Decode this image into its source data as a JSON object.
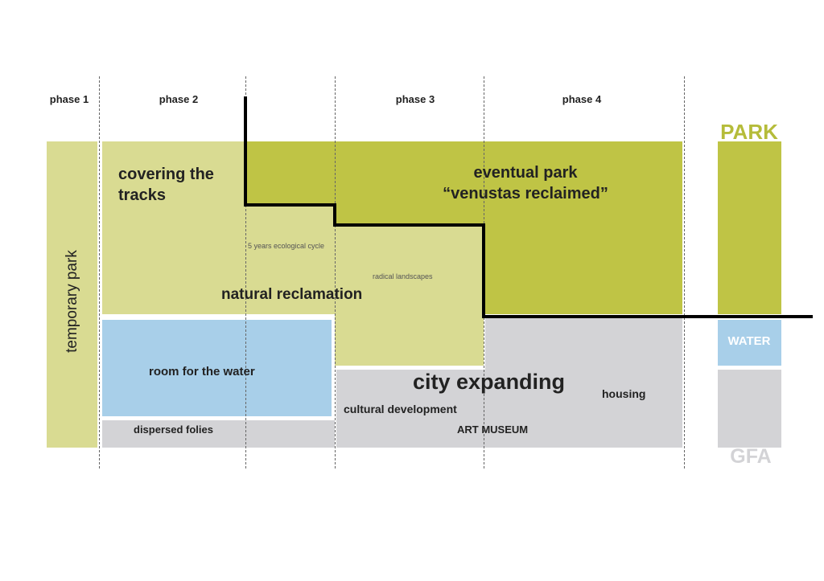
{
  "phases": [
    "phase 1",
    "phase 2",
    "phase 3",
    "phase 4"
  ],
  "labels": {
    "temporary_park": "temporary park",
    "covering": "covering the",
    "tracks": "tracks",
    "eventual_park": "eventual park",
    "venustas": "“venustas reclaimed”",
    "eco_cycle": "5 years ecological cycle",
    "natural_reclamation": "natural reclamation",
    "radical_landscapes": "radical landscapes",
    "room_for_water": "room for the water",
    "dispersed_folies": "dispersed folies",
    "city_expanding": "city expanding",
    "housing": "housing",
    "cultural_development": "cultural development",
    "art_museum": "ART MUSEUM"
  },
  "legend": {
    "park": "PARK",
    "water": "WATER",
    "gfa": "GFA"
  },
  "colors": {
    "light_green": "#d9db92",
    "dark_green": "#bfc445",
    "water": "#a8cfe9",
    "gfa": "#d3d3d6",
    "park_text": "#b5bc3a"
  }
}
